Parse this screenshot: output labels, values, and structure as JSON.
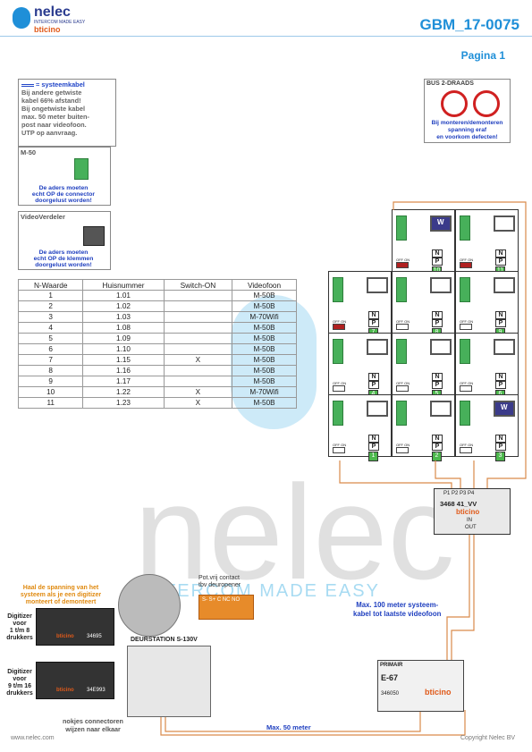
{
  "header": {
    "brand": "nelec",
    "brand_tagline": "INTERCOM MADE EASY",
    "brand_sub": "bticino",
    "doc_id": "GBM_17-0075",
    "page": "Pagina 1"
  },
  "legend": {
    "title": "= systeemkabel",
    "lines": [
      "Bij andere getwiste",
      "kabel 66% afstand!",
      "Bij ongetwiste kabel",
      "max. 50 meter buiten-",
      "post naar videofoon.",
      "UTP op aanvraag."
    ]
  },
  "warning": {
    "title": "BUS 2-DRAADS",
    "lines": [
      "Bij monteren/demonteren",
      "spanning eraf",
      "en voorkom defecten!"
    ]
  },
  "m50": {
    "title": "M-50",
    "lines": [
      "De aders moeten",
      "echt OP de connector",
      "doorgelust worden!"
    ]
  },
  "vv": {
    "title": "VideoVerdeler",
    "lines": [
      "De aders moeten",
      "echt OP de klemmen",
      "doorgelust worden!"
    ]
  },
  "table": {
    "headers": [
      "N-Waarde",
      "Huisnummer",
      "Switch-ON",
      "Videofoon"
    ],
    "rows": [
      [
        "1",
        "1.01",
        "",
        "M-50B"
      ],
      [
        "2",
        "1.02",
        "",
        "M-50B"
      ],
      [
        "3",
        "1.03",
        "",
        "M-70Wifi"
      ],
      [
        "4",
        "1.08",
        "",
        "M-50B"
      ],
      [
        "5",
        "1.09",
        "",
        "M-50B"
      ],
      [
        "6",
        "1.10",
        "",
        "M-50B"
      ],
      [
        "7",
        "1.15",
        "X",
        "M-50B"
      ],
      [
        "8",
        "1.16",
        "",
        "M-50B"
      ],
      [
        "9",
        "1.17",
        "",
        "M-50B"
      ],
      [
        "10",
        "1.22",
        "X",
        "M-70Wifi"
      ],
      [
        "11",
        "1.23",
        "X",
        "M-50B"
      ]
    ]
  },
  "units": [
    {
      "n": "10",
      "switch": true,
      "wifi": true
    },
    {
      "n": "11",
      "switch": true,
      "wifi": false
    },
    {
      "n": "7",
      "switch": true,
      "wifi": false
    },
    {
      "n": "8",
      "switch": false,
      "wifi": false
    },
    {
      "n": "9",
      "switch": false,
      "wifi": false
    },
    {
      "n": "4",
      "switch": false,
      "wifi": false
    },
    {
      "n": "5",
      "switch": false,
      "wifi": false
    },
    {
      "n": "6",
      "switch": false,
      "wifi": false
    },
    {
      "n": "1",
      "switch": false,
      "wifi": false
    },
    {
      "n": "2",
      "switch": false,
      "wifi": false
    },
    {
      "n": "3",
      "switch": false,
      "wifi": true
    }
  ],
  "unit_labels": {
    "n": "N",
    "p": "P",
    "offon": "OFF ON",
    "w": "W"
  },
  "splitter": {
    "ports": "P1 P2 P3 P4",
    "model": "3468 41_VV",
    "brand": "bticino",
    "in": "IN",
    "out": "OUT"
  },
  "digitizer_note": [
    "Haal de spanning van het",
    "systeem als je een digitizer",
    "monteert of demonteert"
  ],
  "dig1": {
    "label": [
      "Digitizer",
      "voor",
      "1 t/m 8",
      "drukkers"
    ],
    "code": "34695",
    "brand": "bticino"
  },
  "dig2": {
    "label": [
      "Digitizer",
      "voor",
      "9 t/m 16",
      "drukkers"
    ],
    "code": "34E993",
    "brand": "bticino"
  },
  "connector_note": [
    "nokjes connectoren",
    "wijzen naar elkaar"
  ],
  "door": {
    "title": "DEURSTATION S-130V"
  },
  "relay": {
    "title": [
      "Pot.vrij contact",
      "tbv deuropener"
    ],
    "pins": "S-  S+ C NC NO"
  },
  "psu": {
    "title": "PRIMAIR",
    "model": "E-67",
    "code": "346050",
    "brand": "bticino"
  },
  "notes": {
    "max100": [
      "Max. 100 meter systeem-",
      "kabel tot laatste videofoon"
    ],
    "max50": "Max. 50 meter"
  },
  "footer": {
    "left": "www.nelec.com",
    "right": "Copyright Nelec BV"
  },
  "watermark": {
    "text": "nelec",
    "tag": "INTERCOM MADE EASY"
  },
  "colors": {
    "brand_blue": "#1f8fd8",
    "navy": "#1f3fbf",
    "orange": "#e08a10",
    "wire_orange": "#d98a4a",
    "green": "#47b05a"
  }
}
